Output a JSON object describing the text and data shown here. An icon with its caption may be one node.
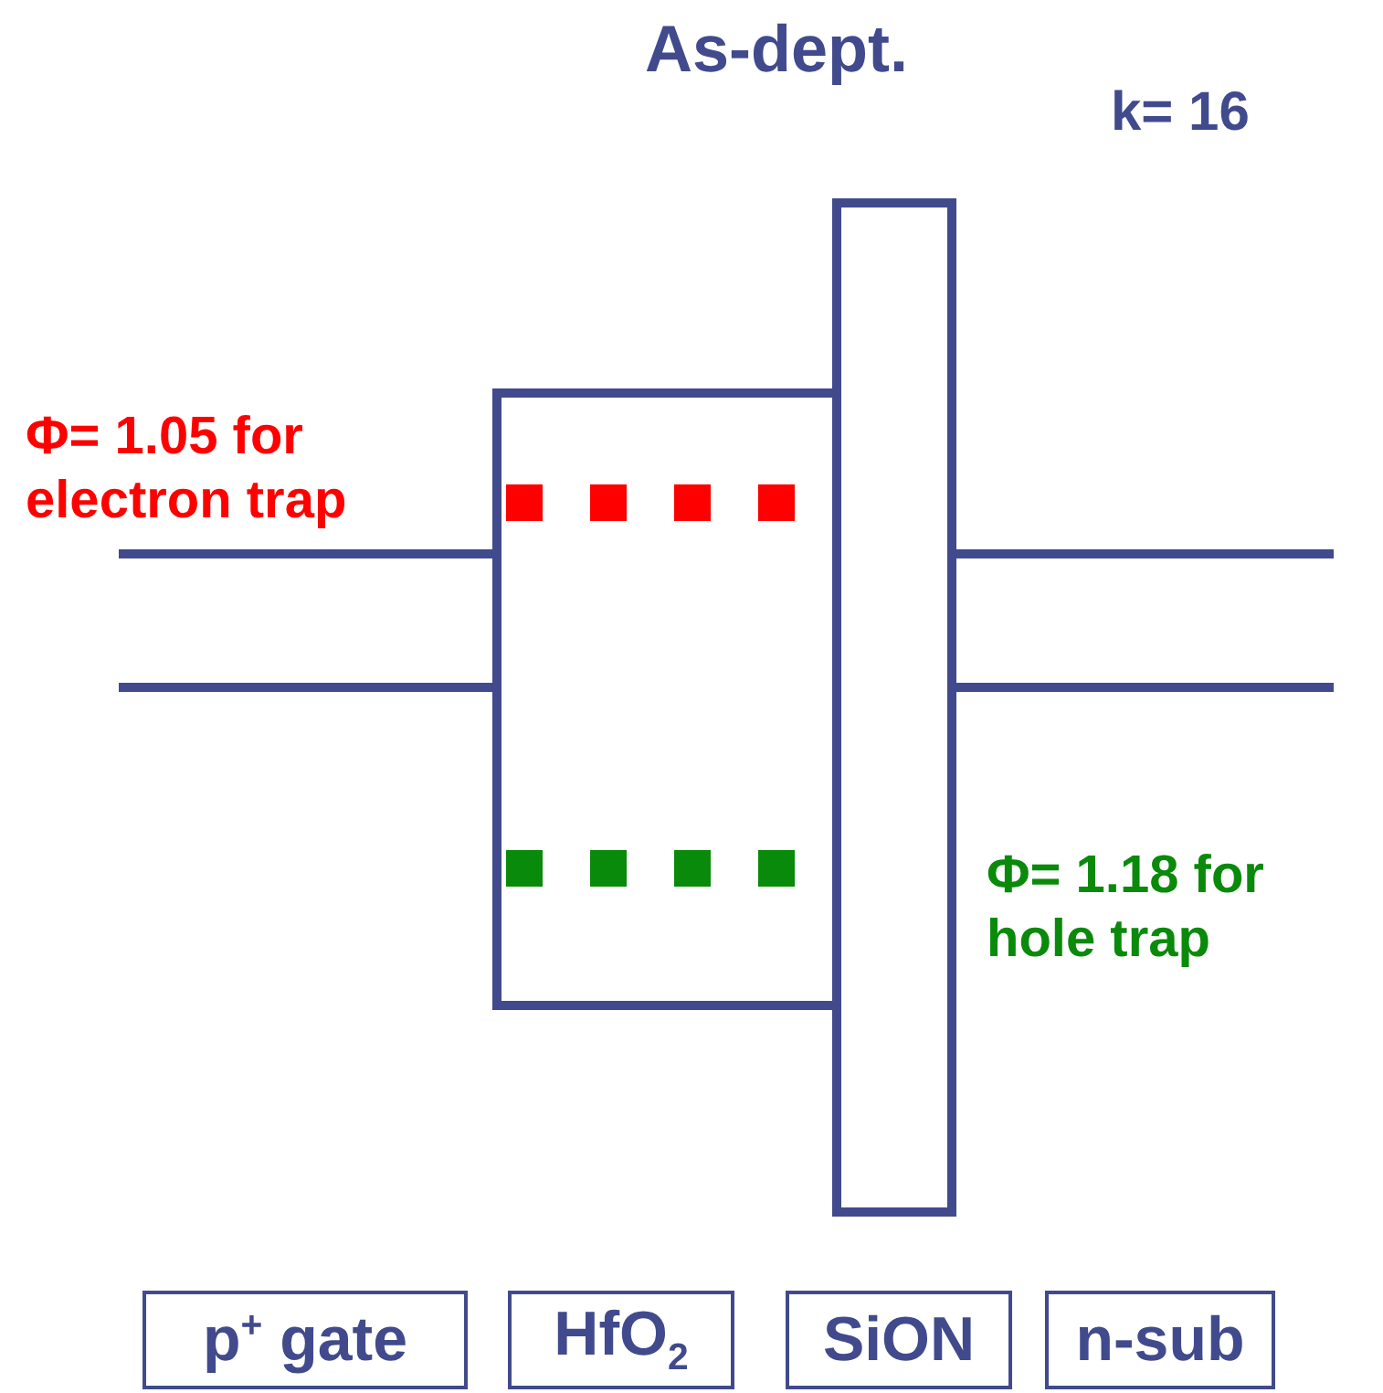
{
  "diagram": {
    "title": "As-dept.",
    "nodes": [
      {
        "text": [
          "p$^{+}$ gate"
        ]
      },
      {
        "text": [
          "HfO$_{2}$"
        ]
      },
      {
        "text": [
          "SiON"
        ]
      },
      {
        "text": [
          "n-sub"
        ]
      }
    ],
    "labels": [
      "k= 16",
      "Φ= 1.05 for electron trap",
      "Φ= 1.18 for hole trap"
    ]
  }
}
